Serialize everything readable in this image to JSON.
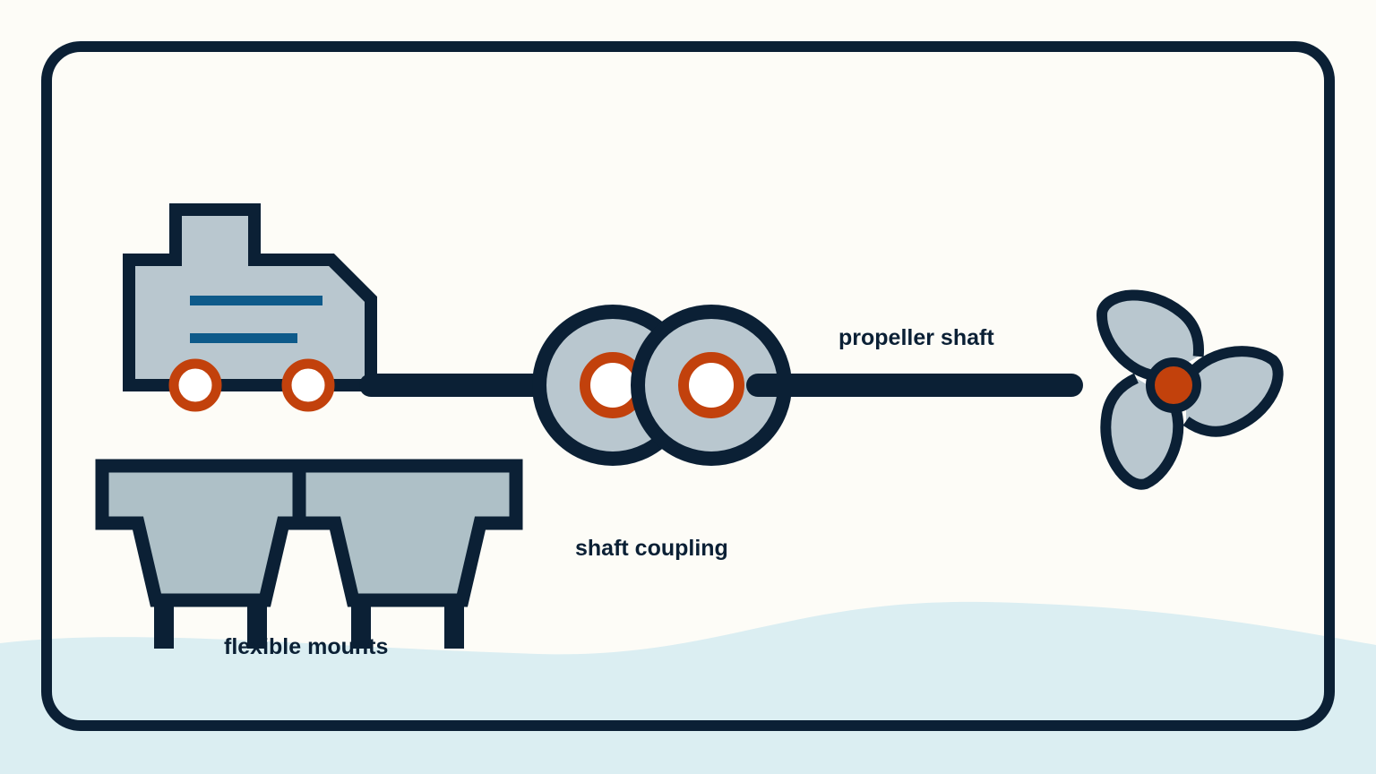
{
  "labels": {
    "propeller_shaft": "propeller shaft",
    "shaft_coupling": "shaft coupling",
    "flexible_mounts": "flexible mounts"
  },
  "icons": {
    "engine": "engine-icon",
    "coupling": "coupling-flange-icon",
    "propeller": "propeller-icon",
    "mount": "flexible-mount-icon",
    "water": "water-wave"
  },
  "colors": {
    "background": "#fdfcf7",
    "outline": "#0b2035",
    "body_fill": "#b9c7cf",
    "mount_fill": "#aec0c7",
    "accent": "#c2410c",
    "stripe": "#0e5a8a",
    "water": "#dbeef2",
    "white": "#ffffff"
  }
}
